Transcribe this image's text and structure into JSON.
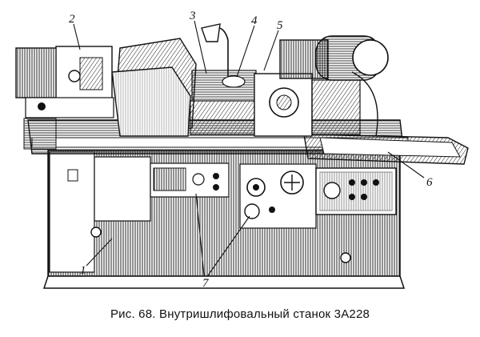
{
  "figure": {
    "caption": "Рис. 68. Внутришлифовальный станок 3А228",
    "callouts": [
      "1",
      "2",
      "3",
      "4",
      "5",
      "6",
      "7"
    ]
  }
}
